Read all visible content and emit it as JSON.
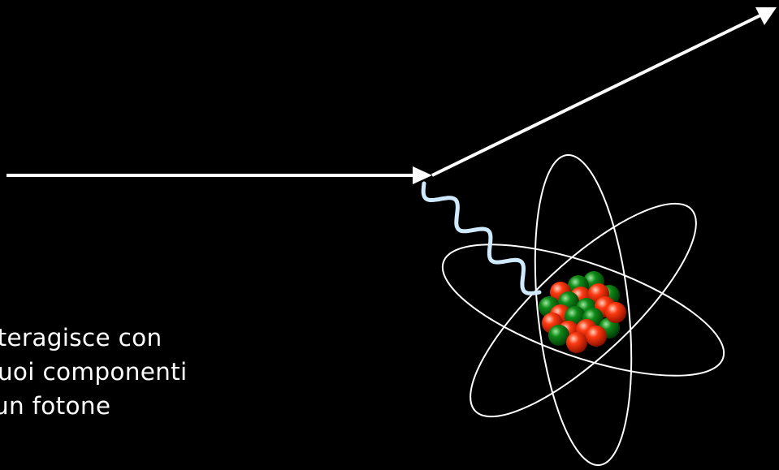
{
  "colors": {
    "background": "#000000",
    "foreground": "#ffffff",
    "photon": "#cfe9ff",
    "proton": "#ff2200",
    "neutron": "#0d7a12"
  },
  "caption": {
    "line1": "trone interagisce con",
    "line2": "leo e i suoi componenti",
    "line3": "biando un fotone"
  },
  "elements": [
    "incoming-electron-arrow",
    "scattered-electron-arrow",
    "virtual-photon-wave",
    "atom-orbits",
    "nucleus"
  ]
}
